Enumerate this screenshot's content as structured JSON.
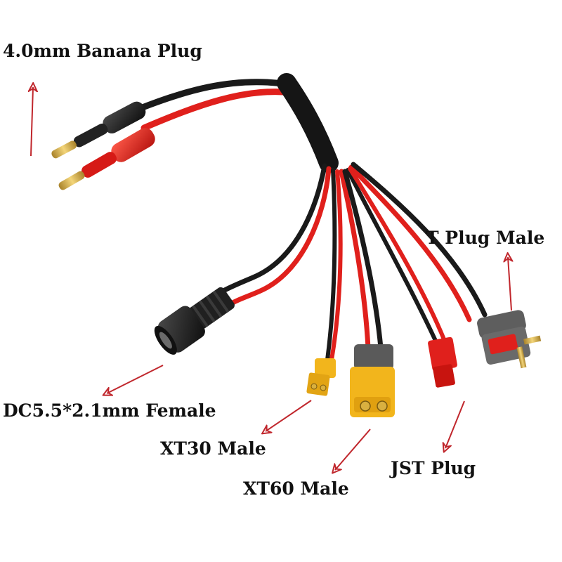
{
  "labels": {
    "banana": "4.0mm Banana Plug",
    "t_plug": "T Plug Male",
    "dc": "DC5.5*2.1mm Female",
    "xt30": "XT30 Male",
    "jst": "JST Plug",
    "xt60": "XT60 Male"
  },
  "colors": {
    "red_wire": "#e0201c",
    "black_wire": "#1a1a1a",
    "gold": "#d9b040",
    "xt_yellow": "#f2b51c",
    "arrow": "#c0262c",
    "connector_gray": "#6a6a6a"
  }
}
